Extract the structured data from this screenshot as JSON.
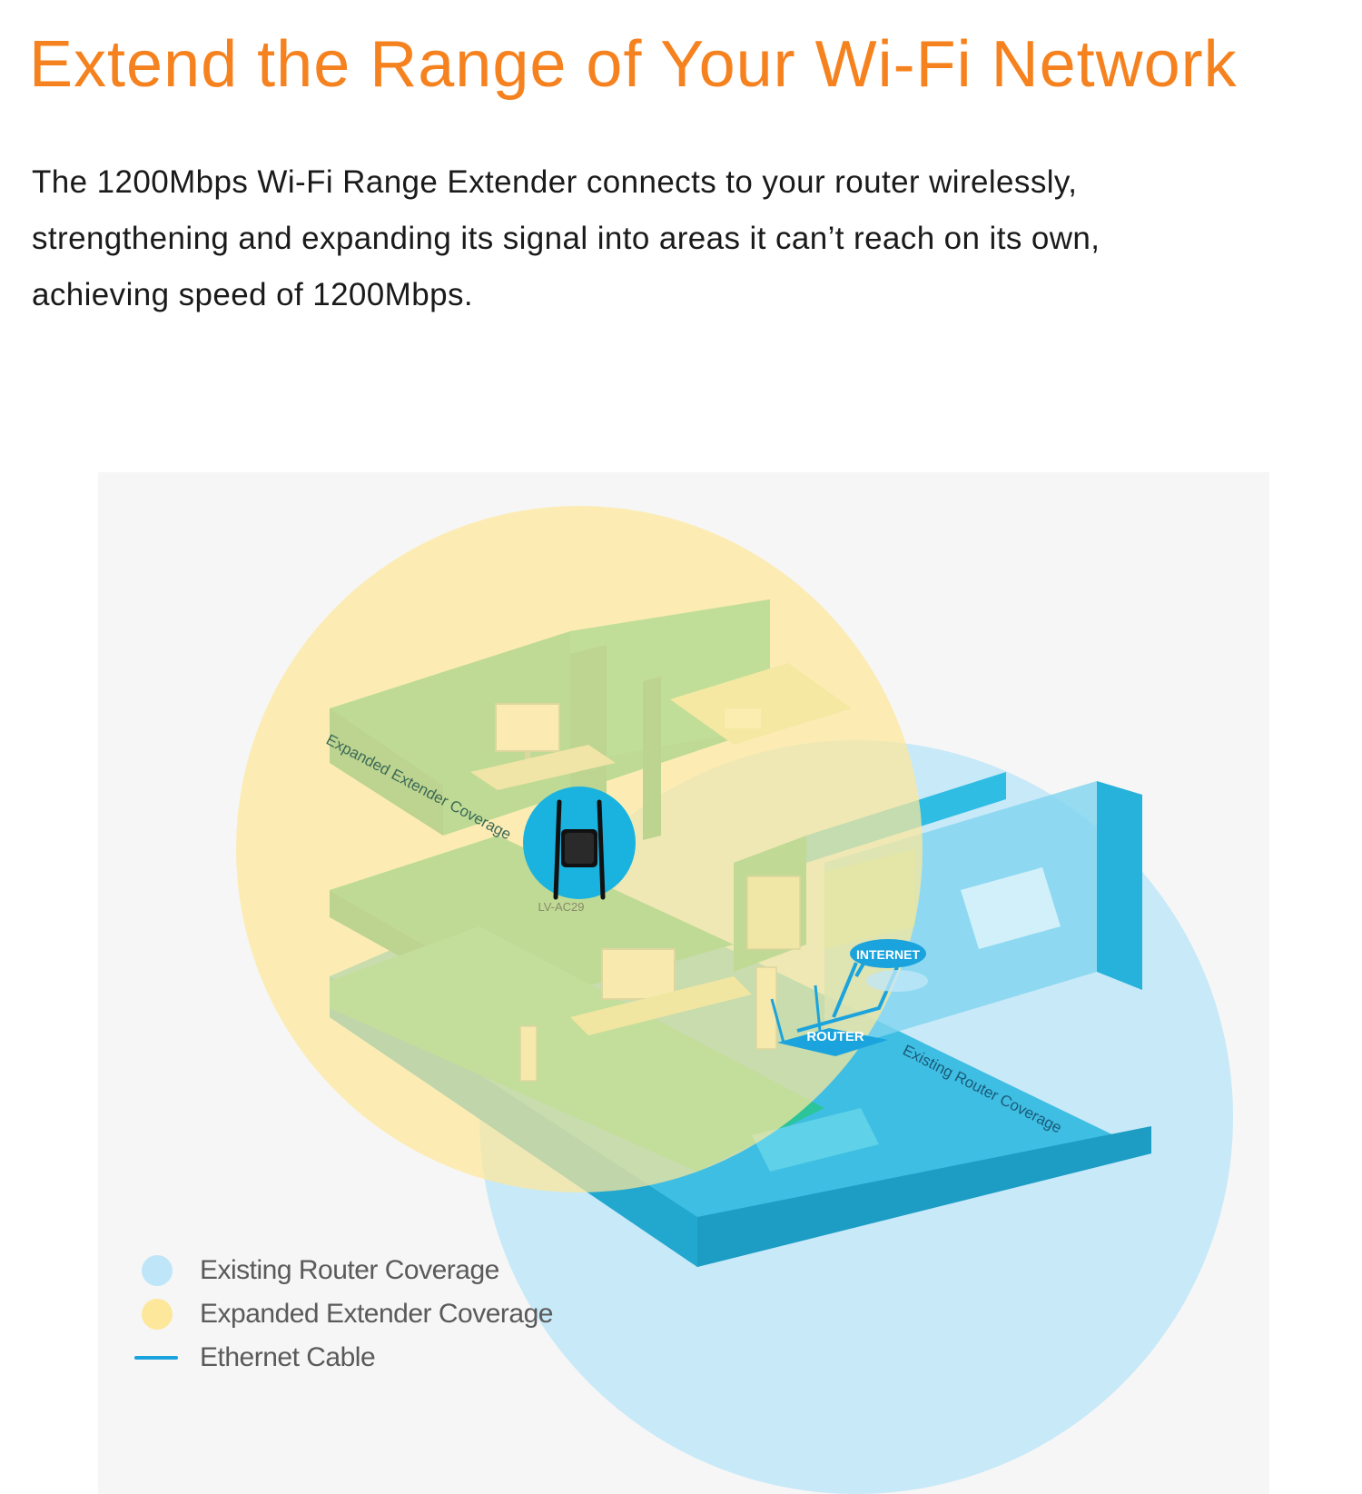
{
  "headline": "Extend the Range of Your Wi-Fi Network",
  "intro": {
    "line1": "The 1200Mbps Wi-Fi Range Extender connects to your router wirelessly,",
    "line2": "strengthening and expanding its signal into areas it can’t reach on its own,",
    "line3": "achieving speed of 1200Mbps."
  },
  "diagram": {
    "extender_model": "LV-AC29",
    "internet_label": "INTERNET",
    "router_label": "ROUTER",
    "floor_label_extender": "Expanded Extender Coverage",
    "floor_label_router": "Existing Router Coverage"
  },
  "legend": {
    "items": [
      {
        "label": "Existing Router Coverage",
        "color": "#bfe6f8",
        "shape": "circle"
      },
      {
        "label": "Expanded Extender Coverage",
        "color": "#fde79a",
        "shape": "circle"
      },
      {
        "label": "Ethernet Cable",
        "color": "#1aa3dd",
        "shape": "line"
      }
    ]
  },
  "colors": {
    "headline": "#f5821f",
    "floor_green": "#29c08e",
    "floor_blue": "#33c2e6",
    "extender_coverage": "#fde79a",
    "router_coverage": "#bfe6f8"
  }
}
